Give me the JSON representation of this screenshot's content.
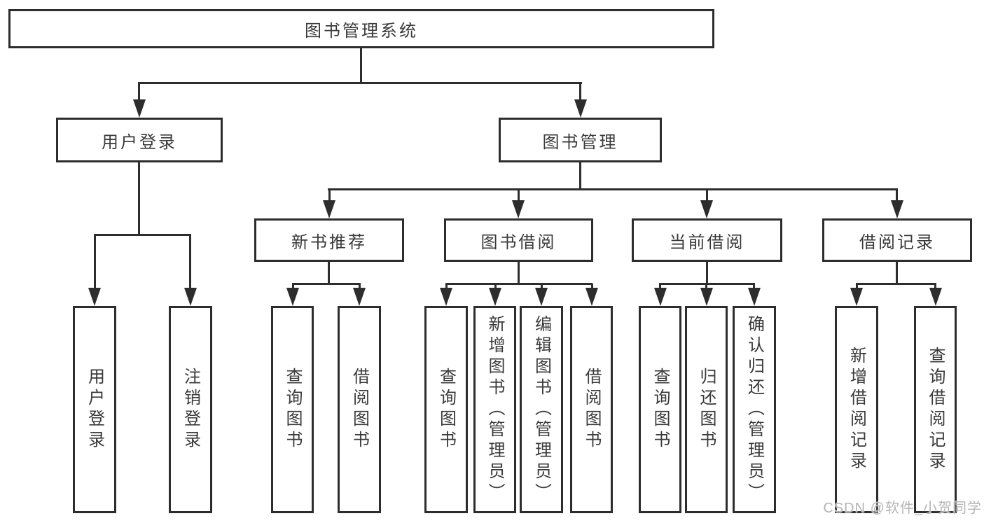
{
  "diagram": {
    "root": "图书管理系统",
    "level2": {
      "user_login": "用户登录",
      "book_mgmt": "图书管理"
    },
    "level3": {
      "new_book_rec": "新书推荐",
      "book_borrow": "图书借阅",
      "current_borrow": "当前借阅",
      "borrow_record": "借阅记录"
    },
    "leaves": {
      "user_login": [
        "用户登录",
        "注销登录"
      ],
      "new_book_rec": [
        "查询图书",
        "借阅图书"
      ],
      "book_borrow": [
        "查询图书",
        "新增图书（管理员）",
        "编辑图书（管理员）",
        "借阅图书"
      ],
      "current_borrow": [
        "查询图书",
        "归还图书",
        "确认归还（管理员）"
      ],
      "borrow_record": [
        "新增借阅记录",
        "查询借阅记录"
      ]
    }
  },
  "watermark": "CSDN @软件_小贺同学",
  "colors": {
    "line": "#2d2d2d",
    "text": "#3a3a3a",
    "background": "#ffffff",
    "watermark": "#b5b5b5"
  }
}
